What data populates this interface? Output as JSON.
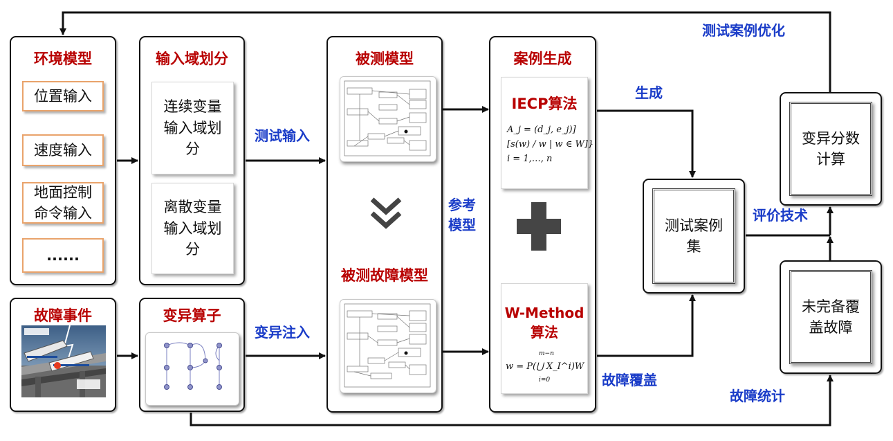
{
  "env_model": {
    "title": "环境模型",
    "items": [
      "位置输入",
      "速度输入",
      "地面控制\n命令输入",
      "......"
    ]
  },
  "input_domain": {
    "title": "输入域划分",
    "items": [
      "连续变量\n输入域划\n分",
      "离散变量\n输入域划\n分"
    ]
  },
  "fault_event": {
    "title": "故障事件"
  },
  "mutation_op": {
    "title": "变异算子"
  },
  "model_under_test": {
    "title": "被测模型"
  },
  "faulty_model": {
    "title": "被测故障模型"
  },
  "case_gen": {
    "title": "案例生成",
    "iecp": {
      "title": "IECP算法",
      "formula_lines": [
        "A_j = (d_j, e_j)]",
        "[s(w) / w | w ∈ W]}",
        "i = 1,…, n"
      ]
    },
    "wmethod": {
      "title": "W-Method\n算法",
      "formula": "w = P(⋃ X_I^i)W",
      "formula_upper": "m−n",
      "formula_lower": "i=0"
    }
  },
  "test_case_set": {
    "label": "测试案例\n集"
  },
  "mutation_score": {
    "label": "变异分数\n计算"
  },
  "uncovered_faults": {
    "label": "未完备覆\n盖故障"
  },
  "edge_labels": {
    "test_input": "测试输入",
    "mutation_inject": "变异注入",
    "reference_model": "参考\n模型",
    "generate": "生成",
    "fault_cover": "故障覆盖",
    "evaluation": "评价技术",
    "fault_stats": "故障统计",
    "test_opt": "测试案例优化"
  },
  "colors": {
    "title_red": "#b80000",
    "label_blue": "#1a3cc8",
    "accent_orange": "#e9a36b"
  }
}
